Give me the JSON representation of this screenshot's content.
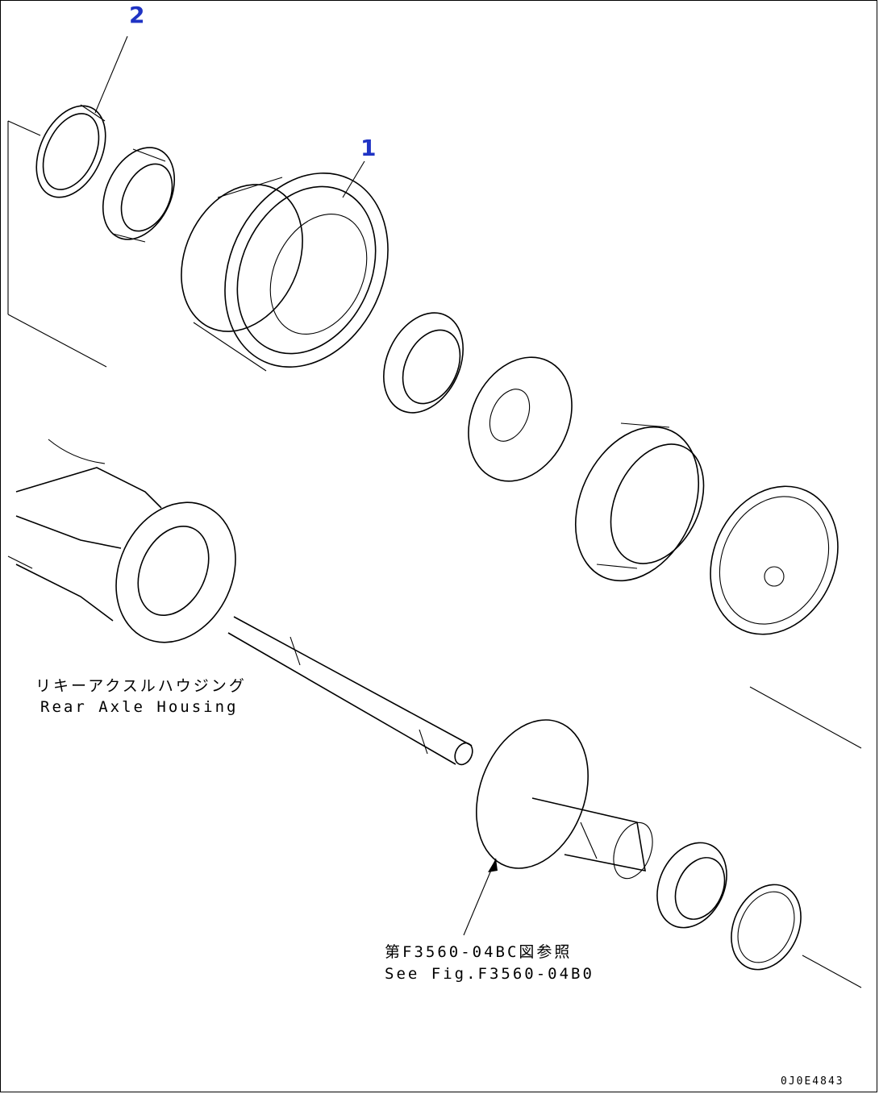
{
  "callouts": [
    {
      "id": "part-2",
      "label": "2"
    },
    {
      "id": "part-1",
      "label": "1"
    }
  ],
  "notes": {
    "housing_jp": "リキーアクスルハウジング",
    "housing_en": "Rear Axle Housing",
    "reference_jp": "第F3560-04BC図参照",
    "reference_en": "See Fig.F3560-04B0"
  },
  "figure_id": "0J0E4843",
  "colors": {
    "callout": "#1f33c4",
    "line": "#000000",
    "background": "#ffffff"
  }
}
